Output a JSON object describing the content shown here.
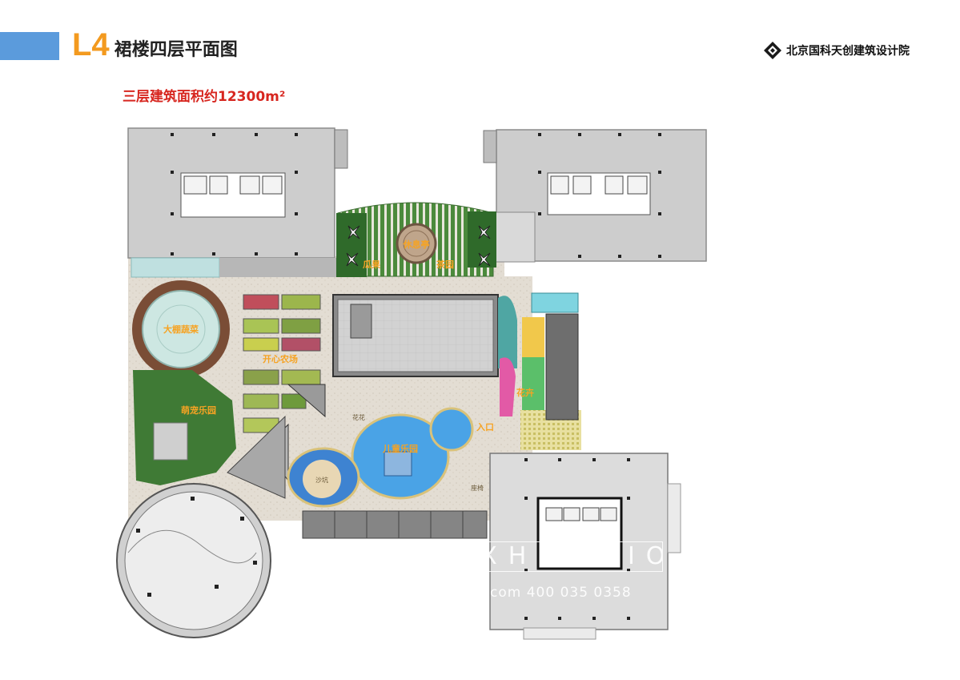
{
  "header": {
    "level": "L4",
    "title": "裙楼四层平面图",
    "subtitle": "三层建筑面积约12300m²",
    "company": "北京国科天创建筑设计院"
  },
  "labels": {
    "pavilion": "休息亭",
    "orchard": "瓜果",
    "tea_garden": "茶园",
    "greenhouse": "大棚蔬菜",
    "happy_farm": "开心农场",
    "pet_park": "萌宠乐园",
    "flower_sea": "花卉",
    "kids_park": "儿童乐园",
    "entrance": "入口",
    "sandpit": "沙坑",
    "flower": "花花",
    "seat": "座椅"
  },
  "watermark": {
    "line1": "MANSI EXHIBITION",
    "line2": "com 400 035 0358"
  },
  "colors": {
    "accent_orange": "#f39a1f",
    "header_blue": "#5b9bdc",
    "subtitle_red": "#d7261f",
    "label_orange": "#f6a323",
    "building_gray": "#cfcfcf",
    "pool_blue": "#4aa3e6",
    "lawn_green": "#3f7a35"
  }
}
